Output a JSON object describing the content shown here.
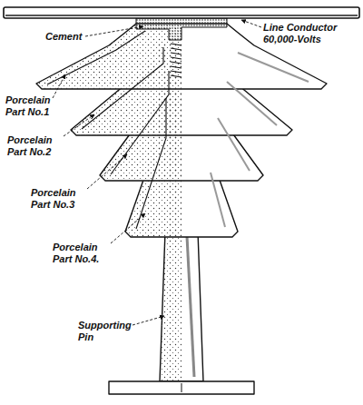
{
  "diagram": {
    "labels": [
      "Cement",
      "Line Conductor 60,000-Volts",
      "Porcelain Part No.1",
      "Porcelain Part No.2",
      "Porcelain Part No.3",
      "Porcelain Part No.4.",
      "Supporting Pin"
    ]
  }
}
